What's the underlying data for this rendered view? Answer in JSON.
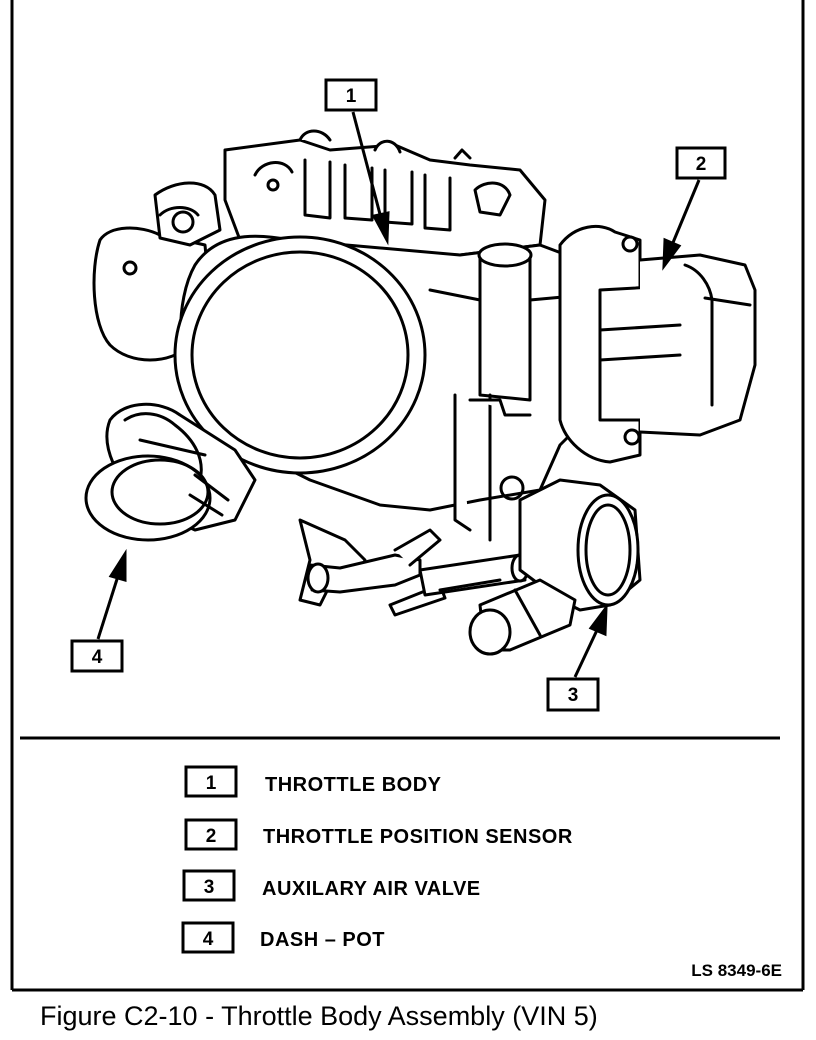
{
  "callouts": [
    {
      "number": "1"
    },
    {
      "number": "2"
    },
    {
      "number": "3"
    },
    {
      "number": "4"
    }
  ],
  "legend": [
    {
      "number": "1",
      "label": "THROTTLE BODY"
    },
    {
      "number": "2",
      "label": "THROTTLE POSITION SENSOR"
    },
    {
      "number": "3",
      "label": "AUXILARY AIR VALVE"
    },
    {
      "number": "4",
      "label": "DASH – POT"
    }
  ],
  "drawing_code": "LS 8349-6E",
  "caption": "Figure C2-10 - Throttle Body Assembly (VIN 5)"
}
